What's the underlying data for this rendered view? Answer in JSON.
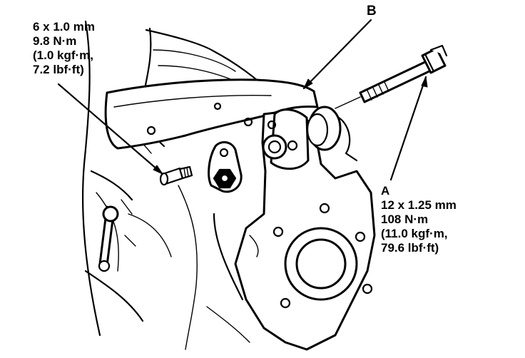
{
  "callouts": {
    "left_bolt": {
      "lines": [
        "6 x 1.0 mm",
        "9.8 N·m",
        "(1.0 kgf·m,",
        "7.2 lbf·ft)"
      ]
    },
    "a": {
      "letter": "A",
      "lines": [
        "12 x 1.25 mm",
        "108 N·m",
        "(11.0 kgf·m,",
        "79.6 lbf·ft)"
      ]
    },
    "b": {
      "letter": "B"
    }
  }
}
